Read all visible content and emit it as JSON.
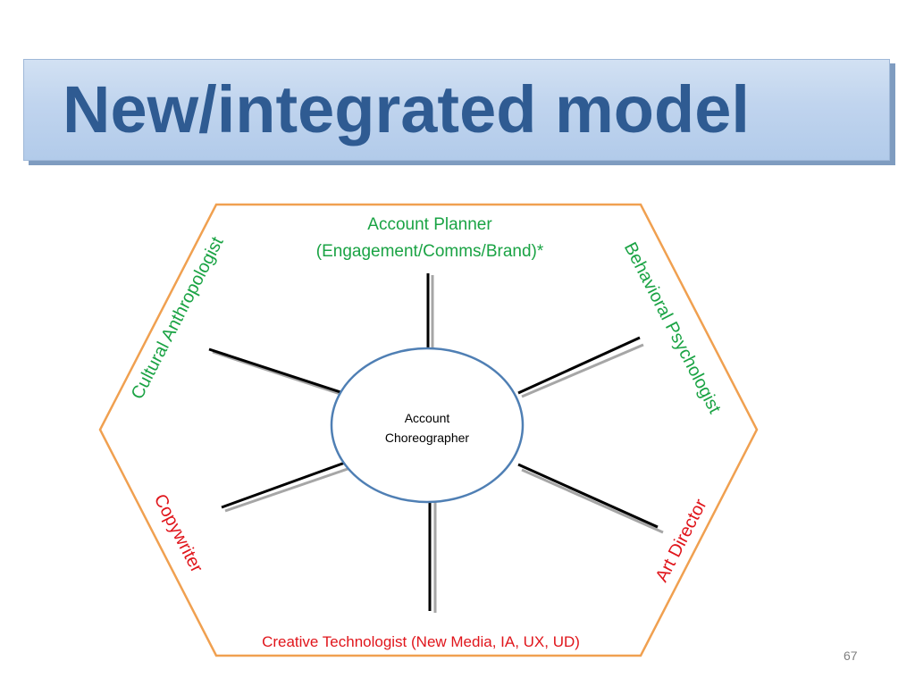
{
  "slide": {
    "title": "New/integrated model",
    "page_number": "67"
  },
  "diagram": {
    "center": {
      "line1": "Account",
      "line2": "Choreographer"
    },
    "roles": {
      "top_line1": "Account Planner",
      "top_line2": "(Engagement/Comms/Brand)*",
      "upper_left": "Cultural Anthropologist",
      "upper_right": "Behavioral Psychologist",
      "lower_left": "Copywriter",
      "lower_right": "Art Director",
      "bottom": "Creative Technologist (New Media, IA, UX, UD)"
    }
  },
  "colors": {
    "title_text": "#2f5b92",
    "hexagon_stroke": "#f0a050",
    "circle_stroke": "#4f7fb4",
    "green_label": "#1aa344",
    "red_label": "#e0151b"
  }
}
